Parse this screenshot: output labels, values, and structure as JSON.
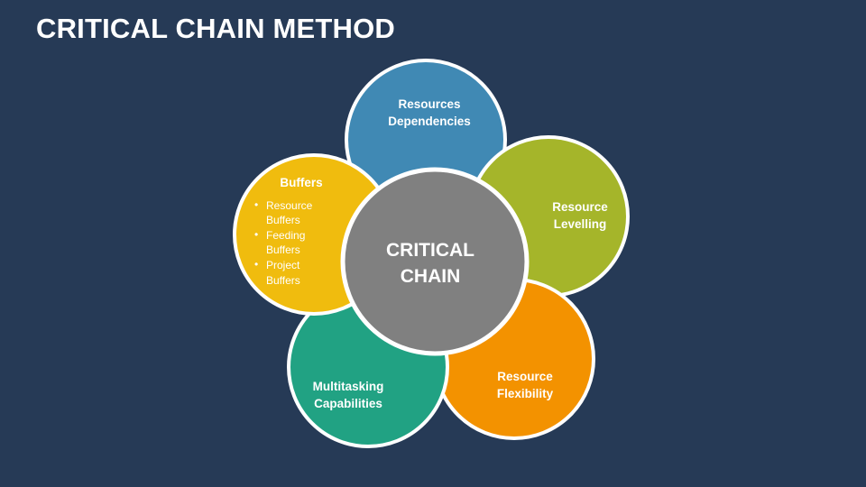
{
  "title": "CRITICAL CHAIN METHOD",
  "colors": {
    "background": "#263A56",
    "blue": "#4089B4",
    "green": "#A5B52A",
    "orange": "#F39200",
    "teal": "#21A283",
    "yellow": "#F0BC0E",
    "center": "#808080",
    "outline": "#FFFFFF"
  },
  "center": {
    "line1": "CRITICAL",
    "line2": "CHAIN"
  },
  "petals": {
    "top": {
      "line1": "Resources",
      "line2": "Dependencies"
    },
    "right": {
      "line1": "Resource",
      "line2": "Levelling"
    },
    "bottom_right": {
      "line1": "Resource",
      "line2": "Flexibility"
    },
    "bottom_left": {
      "line1": "Multitasking",
      "line2": "Capabilities"
    },
    "left": {
      "heading": "Buffers",
      "bullets": [
        {
          "line1": "Resource",
          "line2": "Buffers"
        },
        {
          "line1": "Feeding",
          "line2": "Buffers"
        },
        {
          "line1": "Project",
          "line2": "Buffers"
        }
      ]
    }
  }
}
